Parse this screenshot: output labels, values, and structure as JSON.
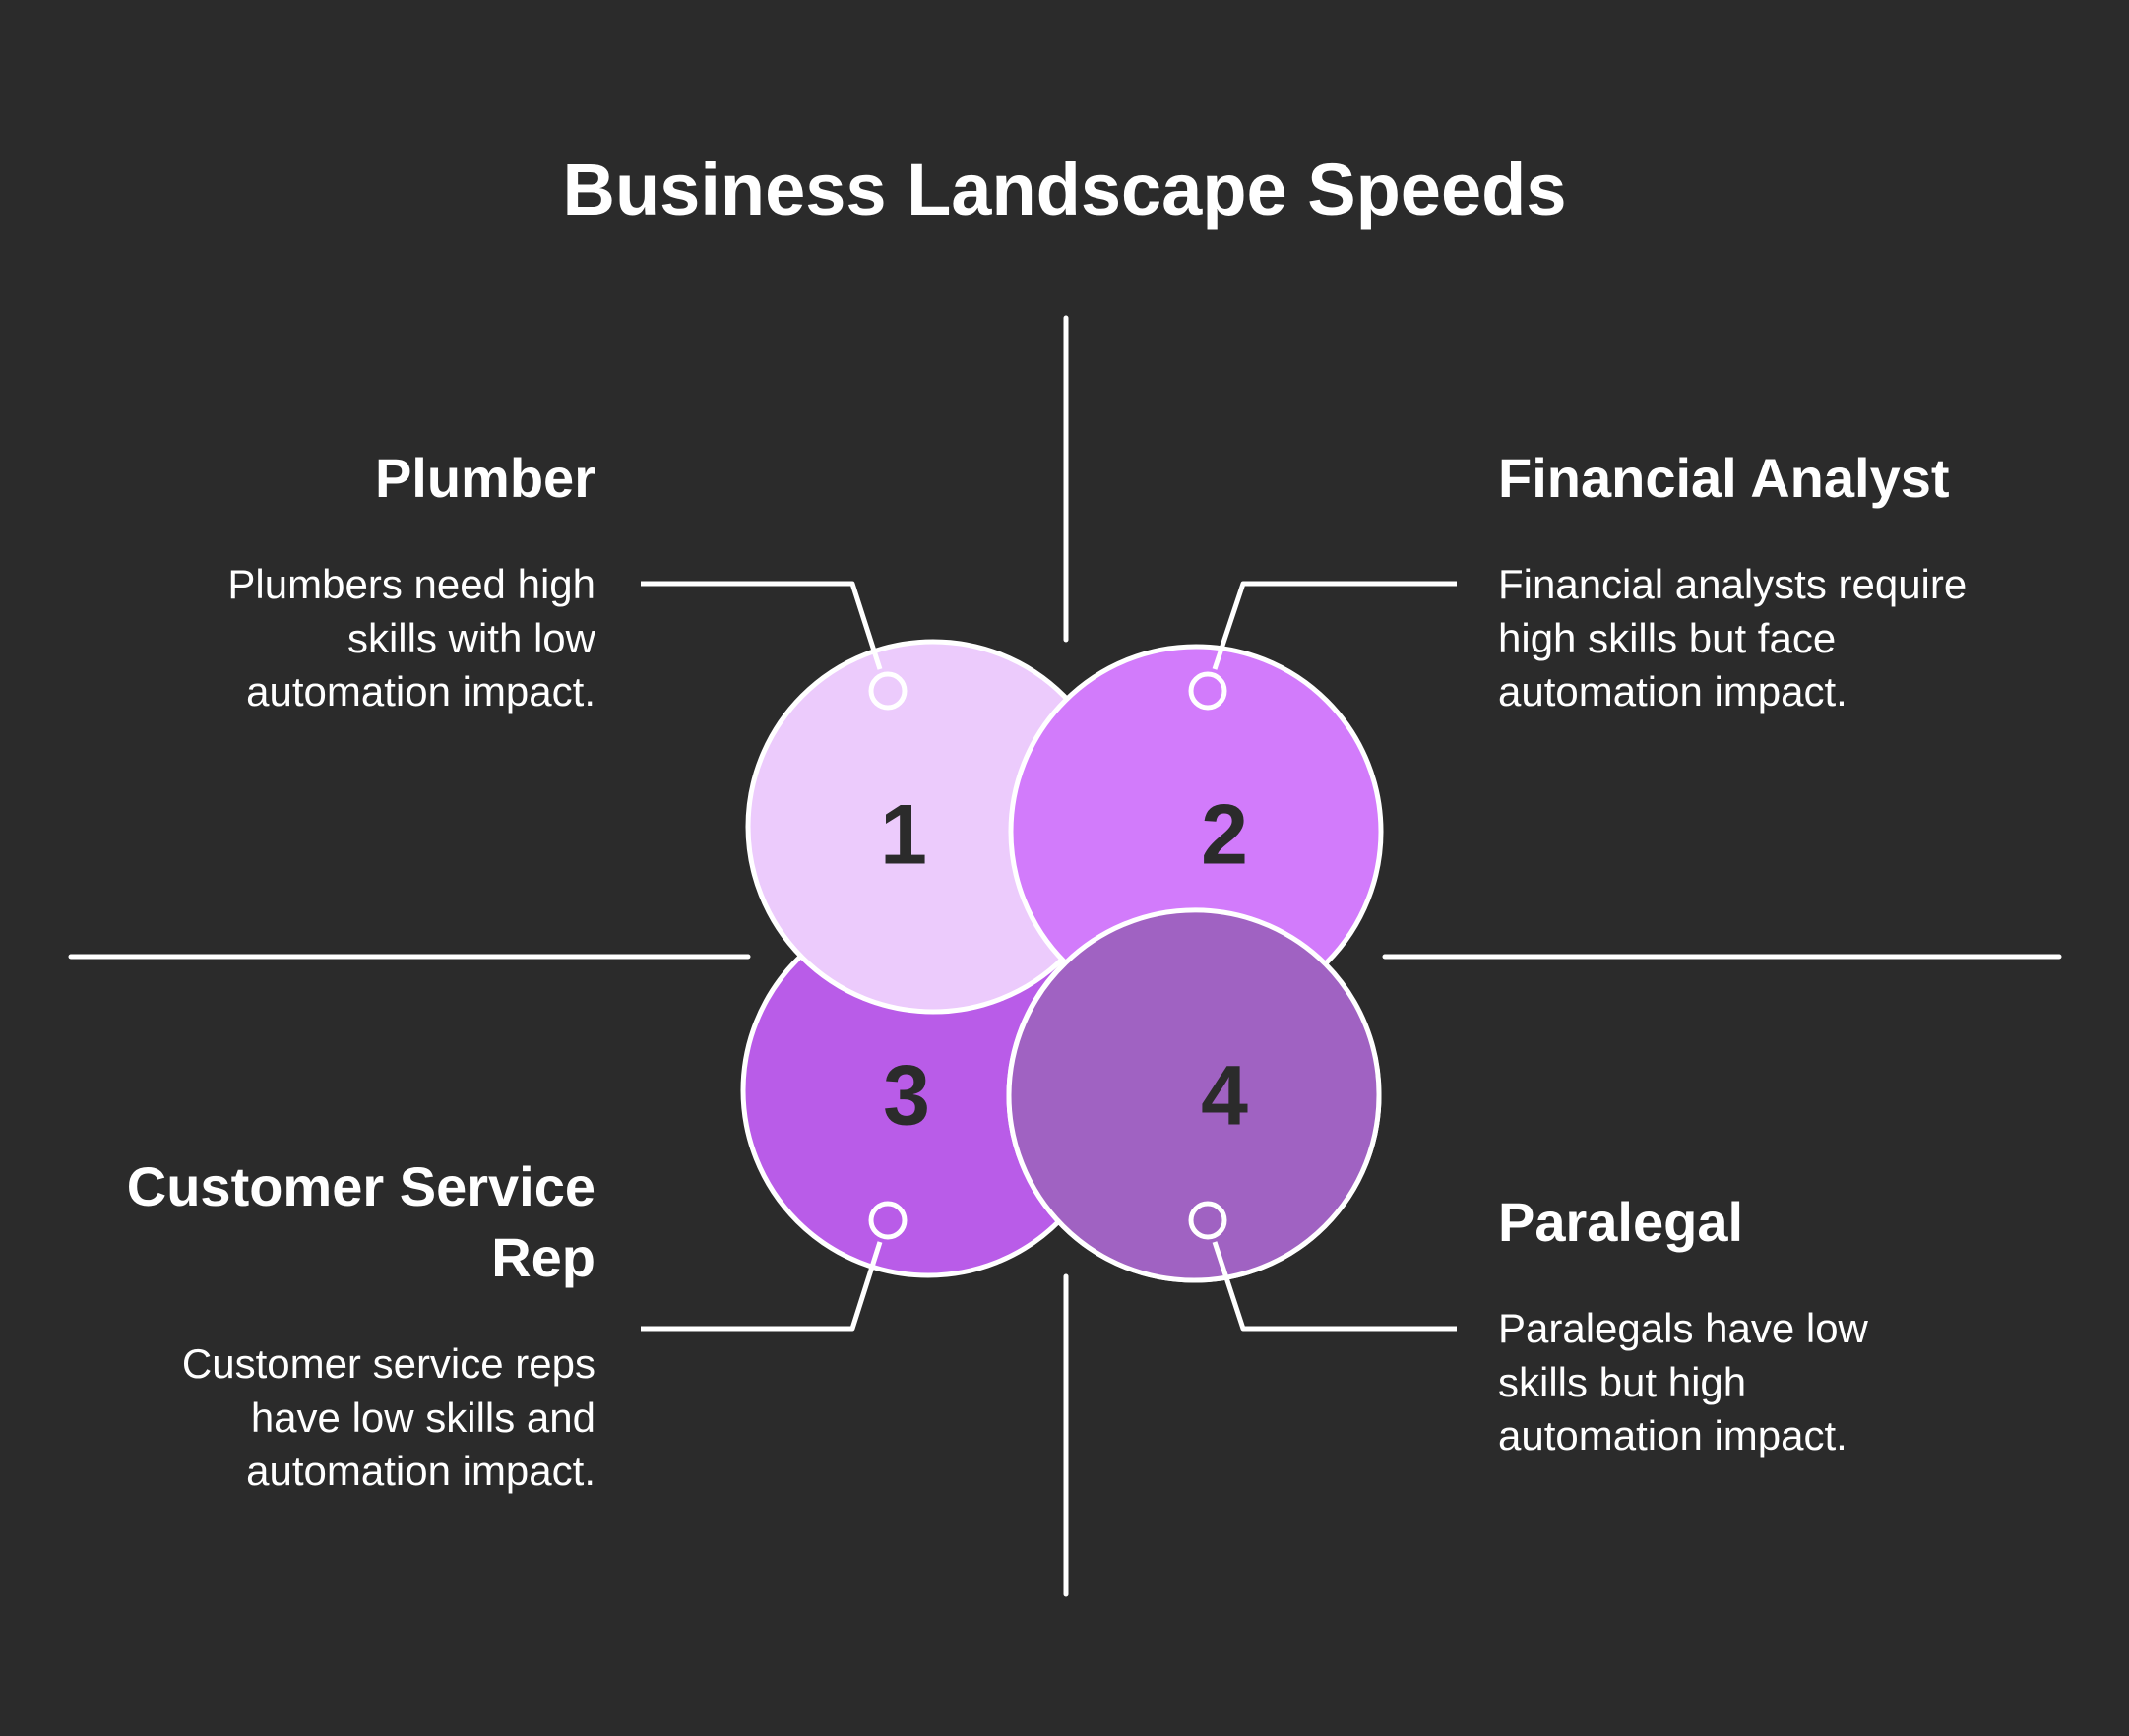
{
  "title": "Business Landscape Speeds",
  "colors": {
    "background": "#2b2b2b",
    "line": "#ffffff",
    "circle_1": "#eccbfc",
    "circle_2": "#d27bfb",
    "circle_3": "#b95ce8",
    "circle_4": "#a062c2",
    "number_text": "#2b2b2b"
  },
  "quadrants": [
    {
      "number": "1",
      "title": "Plumber",
      "description": "Plumbers need high skills with low automation impact."
    },
    {
      "number": "2",
      "title": "Financial Analyst",
      "description": "Financial analysts require high skills but face automation impact."
    },
    {
      "number": "3",
      "title": "Customer Service Rep",
      "description": "Customer service reps have low skills and automation impact."
    },
    {
      "number": "4",
      "title": "Paralegal",
      "description": "Paralegals have low skills but high automation impact."
    }
  ]
}
